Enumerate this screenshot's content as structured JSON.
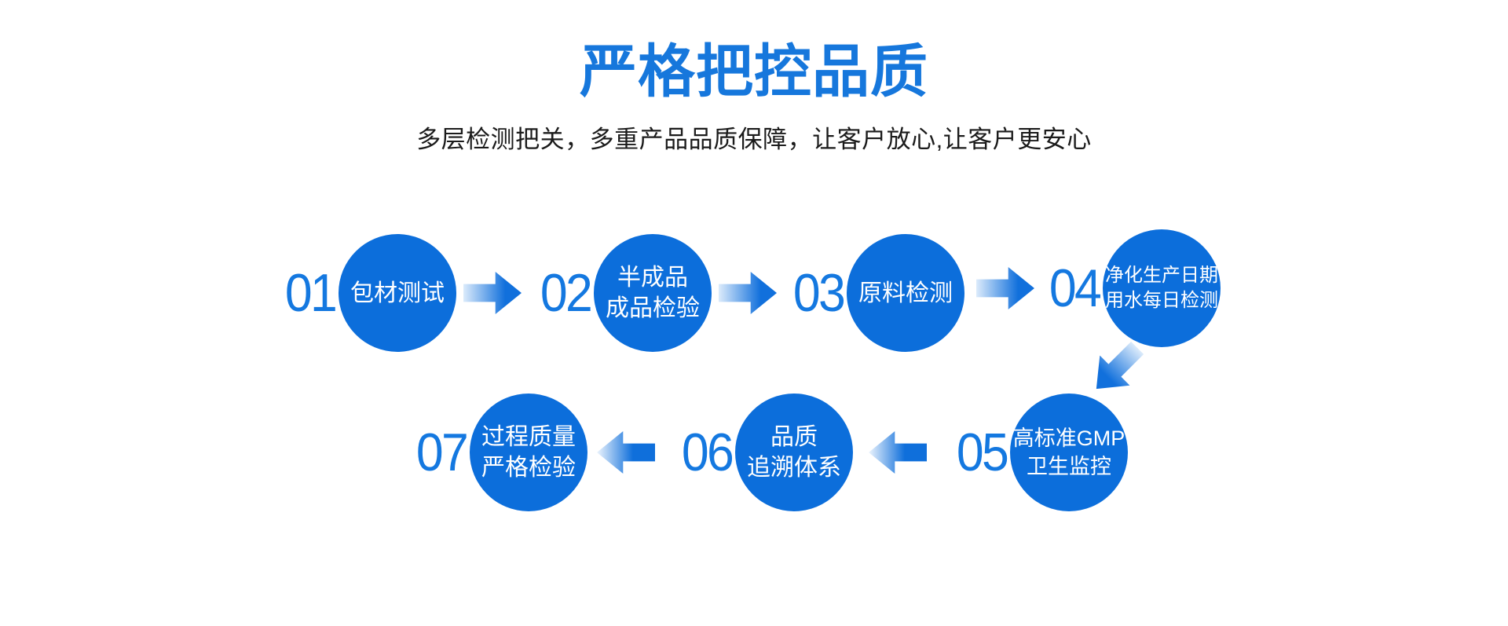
{
  "header": {
    "title": "严格把控品质",
    "subtitle": "多层检测把关，多重产品品质保障，让客户放心,让客户更安心"
  },
  "colors": {
    "title_blue": "#1677dc",
    "circle_blue": "#0c6edb",
    "number_blue": "#1478e0",
    "arrow_solid": "#1170dc",
    "arrow_light": "#dcebfb",
    "subtitle_text": "#1b1b1b",
    "circle_text": "#ffffff"
  },
  "steps": [
    {
      "number": "01",
      "lines": [
        "包材测试"
      ]
    },
    {
      "number": "02",
      "lines": [
        "半成品",
        "成品检验"
      ]
    },
    {
      "number": "03",
      "lines": [
        "原料检测"
      ]
    },
    {
      "number": "04",
      "lines": [
        "净化生产日期",
        "用水每日检测"
      ]
    },
    {
      "number": "05",
      "lines": [
        "高标准GMP",
        "卫生监控"
      ]
    },
    {
      "number": "06",
      "lines": [
        "品质",
        "追溯体系"
      ]
    },
    {
      "number": "07",
      "lines": [
        "过程质量",
        "严格检验"
      ]
    }
  ],
  "flow": {
    "arrow_directions": [
      "right",
      "right",
      "right",
      "down-left",
      "left",
      "left"
    ]
  }
}
